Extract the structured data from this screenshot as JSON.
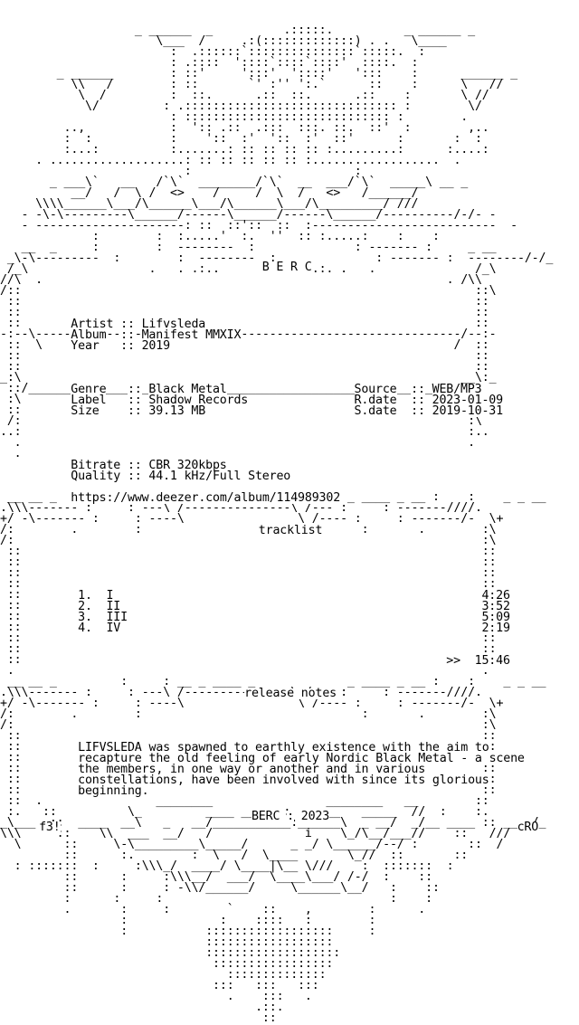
{
  "nfo": {
    "group": "B E R C",
    "artist_label": "Artist",
    "artist": "Lifvsleda",
    "album_label": "Album",
    "album": "Manifest MMXIX",
    "year_label": "Year",
    "year": "2019",
    "genre_label": "Genre",
    "genre": "Black Metal",
    "label_label": "Label",
    "label": "Shadow Records",
    "size_label": "Size",
    "size": "39.13 MB",
    "source_label": "Source",
    "source": "WEB/MP3",
    "rdate_label": "R.date",
    "rdate": "2023-01-09",
    "sdate_label": "S.date",
    "sdate": "2019-10-31",
    "bitrate_label": "Bitrate",
    "bitrate": "CBR 320kbps",
    "quality_label": "Quality",
    "quality": "44.1 kHz/Full Stereo",
    "url": "https://www.deezer.com/album/114989302",
    "tracklist_title": "tracklist",
    "tracks": [
      {
        "num": "1.",
        "title": "I",
        "time": "4:26"
      },
      {
        "num": "2.",
        "title": "II",
        "time": "3:52"
      },
      {
        "num": "3.",
        "title": "III",
        "time": "5:09"
      },
      {
        "num": "4.",
        "title": "IV",
        "time": "2:19"
      }
    ],
    "total_marker": ">>",
    "total_time": "15:46",
    "notes_title": "release notes",
    "notes": [
      "LIFVSLEDA was spawned to earthly existence with the aim to",
      "recapture the old feeling of early Nordic Black Metal - a scene",
      "the members, in one way or another and in various",
      "constellations, have been involved with since its glorious",
      "beginning."
    ],
    "footer_group": "BERC",
    "footer_year": "2023",
    "tag_left": "f3!",
    "tag_right": "cRO"
  }
}
